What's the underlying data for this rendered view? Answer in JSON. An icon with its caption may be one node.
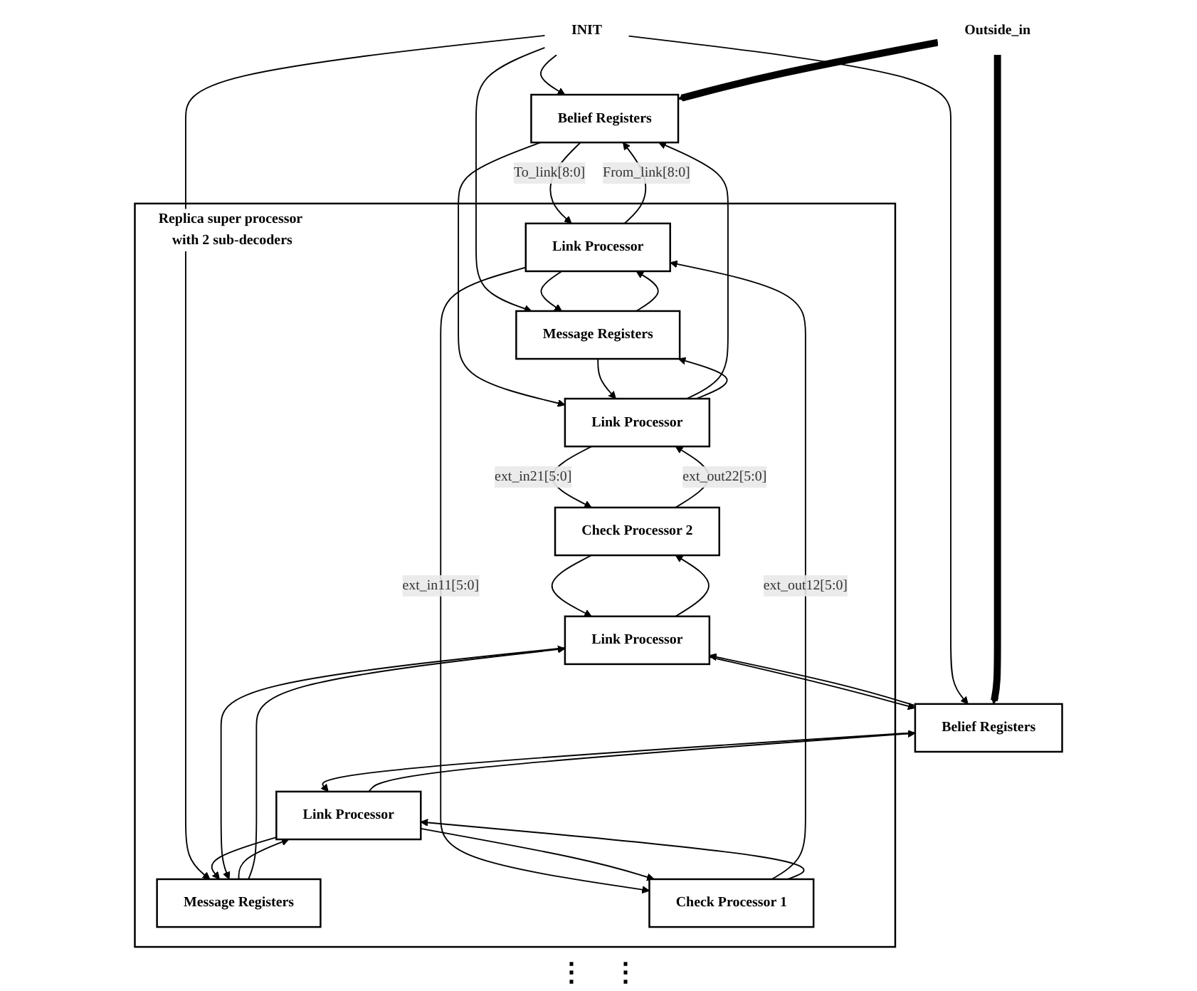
{
  "diagram": {
    "nodes": [
      {
        "text": [
          "INIT"
        ]
      },
      {
        "text": [
          "Outside_in"
        ]
      },
      {
        "text": [
          "Belief Registers"
        ]
      },
      {
        "text": [
          "Belief Registers"
        ]
      },
      {
        "text": [
          "Replica super processor with 2 sub-decoders"
        ]
      },
      {
        "text": [
          "Link Processor"
        ],
        "in": 4
      },
      {
        "text": [
          "Message Registers"
        ],
        "in": 4
      },
      {
        "text": [
          "Link Processor"
        ],
        "in": 4
      },
      {
        "text": [
          "Link Processor"
        ],
        "in": 4
      },
      {
        "text": [
          "Message Registers"
        ],
        "in": 4
      },
      {
        "text": [
          "Link Processor"
        ],
        "in": 4
      },
      {
        "text": [
          "Check Processor 1"
        ],
        "in": 4
      },
      {
        "text": [
          "Check Processor 2"
        ],
        "in": 4
      }
    ],
    "edges": [
      {
        "from": 0,
        "to": 2,
        "arrow": "to"
      },
      {
        "from": 0,
        "to": 3,
        "arrow": "to"
      },
      {
        "from": 0,
        "to": 6,
        "arrow": "to"
      },
      {
        "from": 0,
        "to": 9,
        "arrow": "to"
      },
      {
        "from": 1,
        "to": 2,
        "arrow": "to",
        "style": "thick"
      },
      {
        "from": 1,
        "to": 3,
        "arrow": "to",
        "style": "thick"
      },
      {
        "from": 2,
        "to": 5,
        "arrow": "to",
        "label": "To_link[8:0]"
      },
      {
        "from": 5,
        "to": 2,
        "arrow": "to",
        "label": "From_link[8:0]"
      },
      {
        "from": 2,
        "to": 7,
        "arrow": "to"
      },
      {
        "from": 7,
        "to": 2,
        "arrow": "to"
      },
      {
        "from": 3,
        "to": 8,
        "arrow": "to"
      },
      {
        "from": 8,
        "to": 3,
        "arrow": "to"
      },
      {
        "from": 3,
        "to": 10,
        "arrow": "to"
      },
      {
        "from": 10,
        "to": 3,
        "arrow": "to"
      },
      {
        "from": 5,
        "to": 6,
        "arrow": "to"
      },
      {
        "from": 6,
        "to": 5,
        "arrow": "to"
      },
      {
        "from": 6,
        "to": 7,
        "arrow": "to"
      },
      {
        "from": 7,
        "to": 6,
        "arrow": "to"
      },
      {
        "from": 8,
        "to": 9,
        "arrow": "to"
      },
      {
        "from": 9,
        "to": 8,
        "arrow": "to"
      },
      {
        "from": 9,
        "to": 10,
        "arrow": "to"
      },
      {
        "from": 10,
        "to": 9,
        "arrow": "to"
      },
      {
        "from": 5,
        "to": 11,
        "arrow": "to",
        "label": "ext_in11[5:0]"
      },
      {
        "from": 11,
        "to": 5,
        "arrow": "to",
        "label": "ext_out12[5:0]"
      },
      {
        "from": 7,
        "to": 12,
        "arrow": "to",
        "label": "ext_in21[5:0]"
      },
      {
        "from": 12,
        "to": 7,
        "arrow": "to",
        "label": "ext_out22[5:0]"
      },
      {
        "from": 8,
        "to": 11,
        "arrow": "to"
      },
      {
        "from": 11,
        "to": 8,
        "arrow": "to"
      },
      {
        "from": 10,
        "to": 12,
        "arrow": "to"
      },
      {
        "from": 12,
        "to": 10,
        "arrow": "to"
      }
    ],
    "labels": [
      "⋮",
      "⋮"
    ]
  }
}
